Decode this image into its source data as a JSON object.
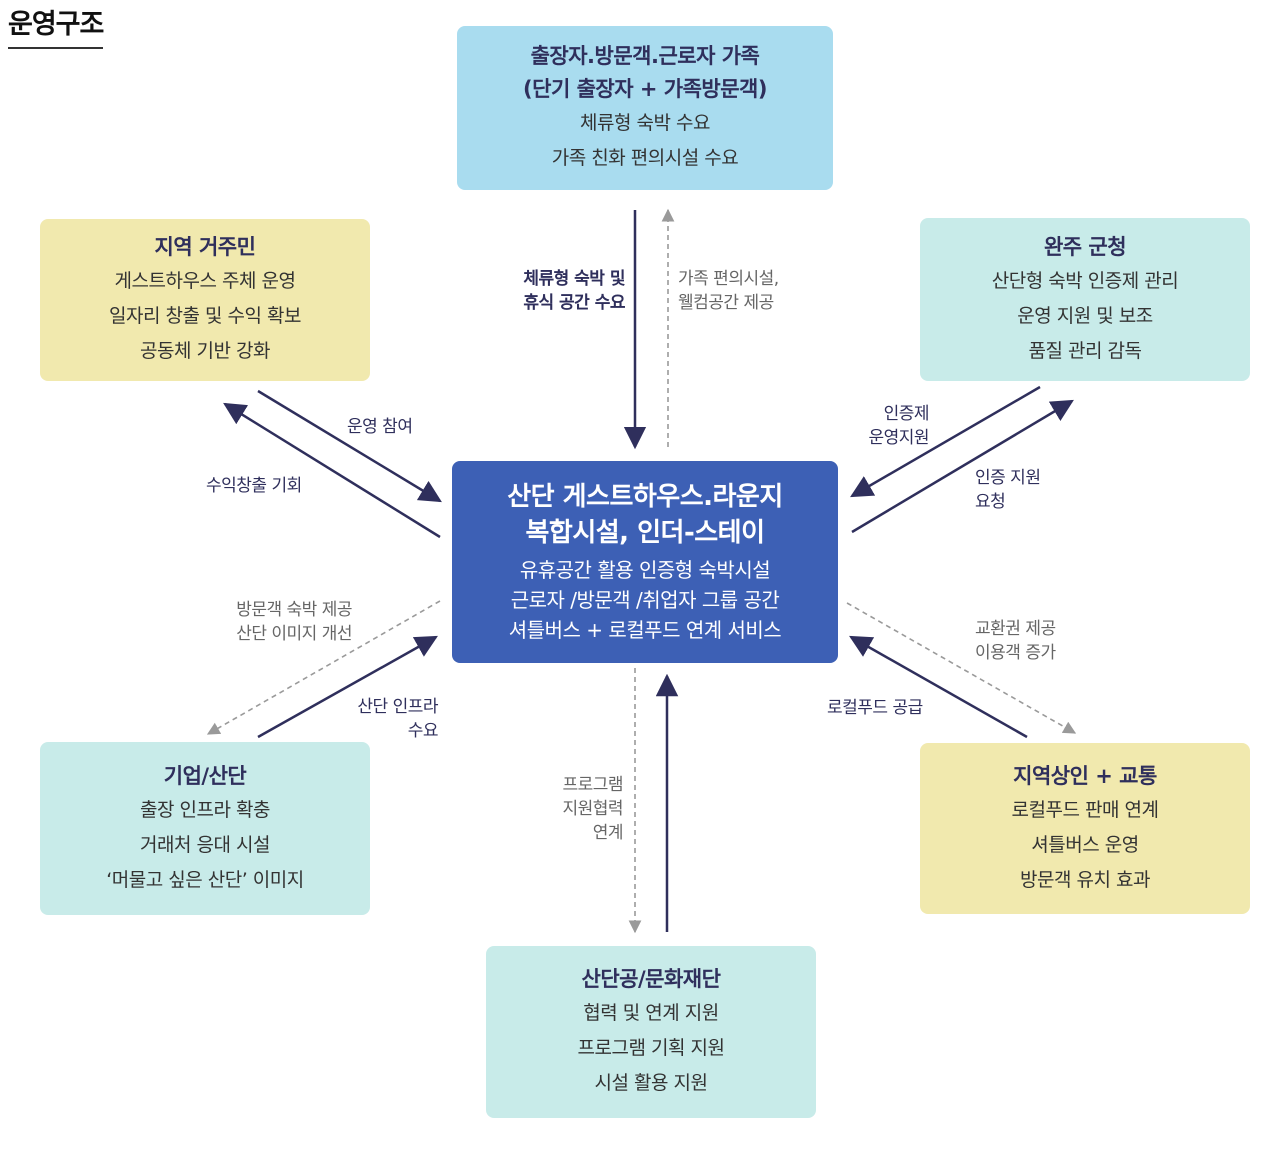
{
  "title": "운영구조",
  "center": {
    "title_lines": [
      "산단 게스트하우스.라운지",
      "복합시설, 인더-스테이"
    ],
    "lines": [
      "유휴공간 활용 인증형 숙박시설",
      "근로자 /방문객 /취업자 그룹 공간",
      "셔틀버스 + 로컬푸드 연계 서비스"
    ]
  },
  "visitors": {
    "title_lines": [
      "출장자.방문객.근로자 가족",
      "(단기 출장자 + 가족방문객)"
    ],
    "lines": [
      "체류형 숙박 수요",
      "가족 친화 편의시설 수요"
    ]
  },
  "residents": {
    "title": "지역 거주민",
    "lines": [
      "게스트하우스 주체 운영",
      "일자리 창출 및 수익 확보",
      "공동체 기반 강화"
    ]
  },
  "county": {
    "title": "완주 군청",
    "lines": [
      "산단형 숙박 인증제 관리",
      "운영 지원 및 보조",
      "품질 관리 감독"
    ]
  },
  "companies": {
    "title": "기업/산단",
    "lines": [
      "출장 인프라 확충",
      "거래처 응대 시설",
      "‘머물고 싶은 산단’ 이미지"
    ]
  },
  "merchants": {
    "title": "지역상인 + 교통",
    "lines": [
      "로컬푸드 판매 연계",
      "셔틀버스 운영",
      "방문객 유치 효과"
    ]
  },
  "foundation": {
    "title": "산단공/문화재단",
    "lines": [
      "협력 및 연계 지원",
      "프로그램 기획 지원",
      "시설 활용 지원"
    ]
  },
  "labels": {
    "top_solid": [
      "체류형 숙박 및",
      "휴식 공간 수요"
    ],
    "top_dashed": [
      "가족 편의시설,",
      "웰컴공간 제공"
    ],
    "residents_solid": "운영 참여",
    "residents_back": "수익창출 기회",
    "county_to_center": [
      "인증제",
      "운영지원"
    ],
    "center_to_county": [
      "인증 지원",
      "요청"
    ],
    "companies_dashed": [
      "방문객 숙박 제공",
      "산단 이미지 개선"
    ],
    "companies_solid": [
      "산단 인프라",
      "수요"
    ],
    "merchants_dashed": [
      "교환권 제공",
      "이용객 증가"
    ],
    "merchants_solid": "로컬푸드 공급",
    "bottom_dashed": [
      "프로그램",
      "지원협력",
      "연계"
    ]
  },
  "colors": {
    "center": "#3d60b5",
    "blue_box": "#a9dcef",
    "yellow_box": "#f1e9ae",
    "teal_box": "#c8ebe9",
    "arrow": "#2f2f5c",
    "dashed_arrow": "#9a9a9a"
  }
}
